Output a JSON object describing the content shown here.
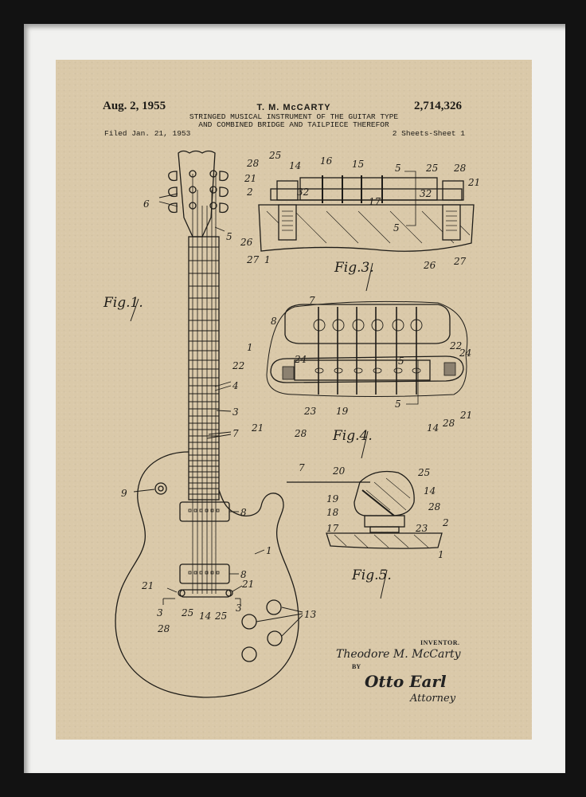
{
  "artwork": {
    "type": "framed patent print",
    "frame_color": "#121212",
    "mat_color": "#f1f1ef",
    "paper_color": "#dac9a9",
    "ink_color": "#1e1c18"
  },
  "header": {
    "date": "Aug. 2, 1955",
    "inventor_name": "T. M. McCARTY",
    "patent_number": "2,714,326",
    "title_line1": "STRINGED MUSICAL INSTRUMENT OF THE GUITAR TYPE",
    "title_line2": "AND COMBINED BRIDGE AND TAILPIECE THEREFOR",
    "filed": "Filed Jan. 21, 1953",
    "sheets": "2 Sheets-Sheet 1"
  },
  "figures": {
    "fig1": {
      "label": "Fig.1.",
      "callouts": [
        "6",
        "5",
        "4",
        "3",
        "7",
        "9",
        "8",
        "8",
        "1",
        "21",
        "21",
        "3",
        "3",
        "25",
        "14",
        "25",
        "28",
        "13"
      ]
    },
    "fig3": {
      "label": "Fig.3.",
      "callouts": [
        "28",
        "25",
        "14",
        "16",
        "15",
        "5",
        "25",
        "28",
        "21",
        "2",
        "32",
        "32",
        "17",
        "21",
        "26",
        "27",
        "1",
        "5",
        "26",
        "27"
      ]
    },
    "fig4": {
      "label": "Fig.4.",
      "callouts": [
        "7",
        "8",
        "1",
        "22",
        "24",
        "5",
        "22",
        "24",
        "23",
        "19",
        "5",
        "21",
        "28",
        "14",
        "28",
        "21"
      ]
    },
    "fig5": {
      "label": "Fig.5.",
      "callouts": [
        "7",
        "20",
        "25",
        "14",
        "19",
        "18",
        "28",
        "17",
        "23",
        "2",
        "1"
      ]
    }
  },
  "signature": {
    "inventor_label": "INVENTOR.",
    "inventor_signature": "Theodore M. McCarty",
    "by_label": "BY",
    "attorney_signature": "Otto Earl",
    "attorney_label": "Attorney"
  }
}
